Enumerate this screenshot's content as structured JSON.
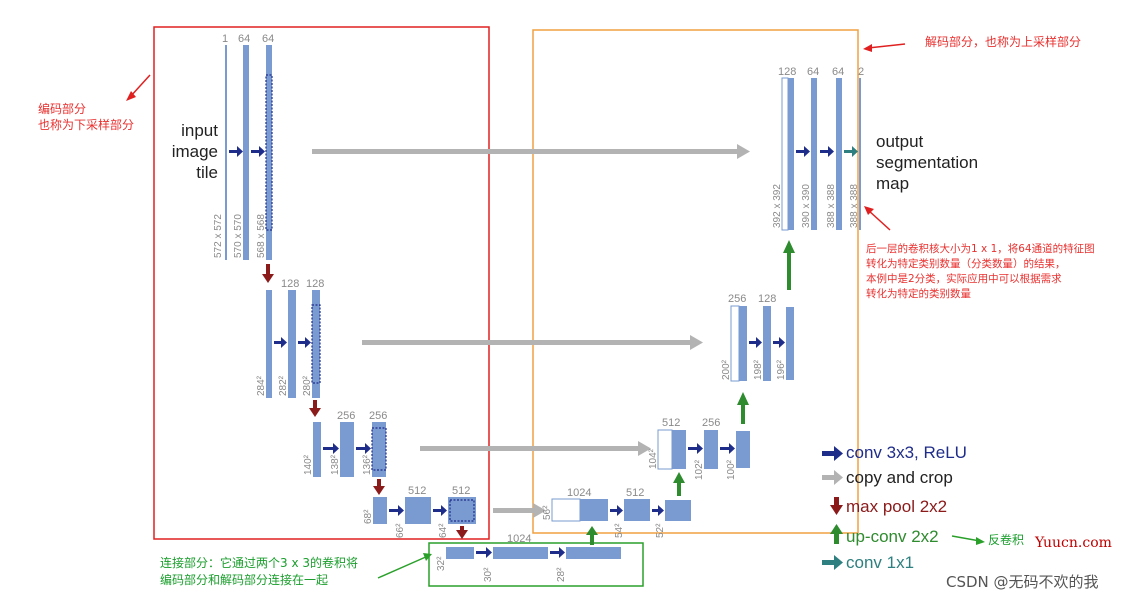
{
  "annotations": {
    "encoder": "编码部分\n也称为下采样部分",
    "decoder": "解码部分，也称为上采样部分",
    "final_layer": "后一层的卷积核大小为1 x 1，将64通道的特征图\n转化为特定类别数量（分类数量）的结果，\n本例中是2分类，实际应用中可以根据需求\n转化为特定的类别数量",
    "bridge": "连接部分：它通过两个3 x 3的卷积将\n编码部分和解码部分连接在一起",
    "deconv": "反卷积"
  },
  "text": {
    "input": "input\nimage\ntile",
    "output": "output\nsegmentation\nmap"
  },
  "legend": [
    {
      "label": "conv 3x3, ReLU",
      "color": "#1f2d8a",
      "arrow": "right",
      "icon": "navy-right-arrow-icon"
    },
    {
      "label": "copy and crop",
      "color": "#222222",
      "arrow": "right",
      "icon": "gray-right-arrow-icon"
    },
    {
      "label": "max pool 2x2",
      "color": "#8b1a1a",
      "arrow": "down",
      "icon": "darkred-down-arrow-icon"
    },
    {
      "label": "up-conv 2x2",
      "color": "#2e8b2e",
      "arrow": "up",
      "icon": "green-up-arrow-icon"
    },
    {
      "label": "conv 1x1",
      "color": "#2e7f7f",
      "arrow": "right",
      "icon": "teal-right-arrow-icon"
    }
  ],
  "labels": {
    "ch": [
      "1",
      "64",
      "64",
      "128",
      "128",
      "256",
      "256",
      "512",
      "512",
      "1024",
      "1024",
      "512",
      "512",
      "256",
      "256",
      "128",
      "128",
      "64",
      "64",
      "2"
    ],
    "sizes": [
      "572 x 572",
      "570 x 570",
      "568 x 568",
      "284²",
      "282²",
      "280²",
      "140²",
      "138²",
      "136²",
      "68²",
      "66²",
      "64²",
      "32²",
      "30²",
      "28²",
      "56²",
      "54²",
      "52²",
      "104²",
      "102²",
      "100²",
      "200²",
      "198²",
      "196²",
      "392 x 392",
      "390 x 390",
      "388 x 388",
      "388 x 388"
    ]
  },
  "watermarks": {
    "site": "Yuucn.com",
    "csdn": "CSDN @无码不欢的我"
  },
  "colors": {
    "bar": "#7a9bd1",
    "navy": "#1f2d8a",
    "gray": "#b3b3b3",
    "darkred": "#8b1a1a",
    "green": "#2e8b2e",
    "teal": "#2e7f7f",
    "red_box": "#e02020",
    "orange_box": "#f0a040",
    "green_box": "#2aa02a"
  }
}
